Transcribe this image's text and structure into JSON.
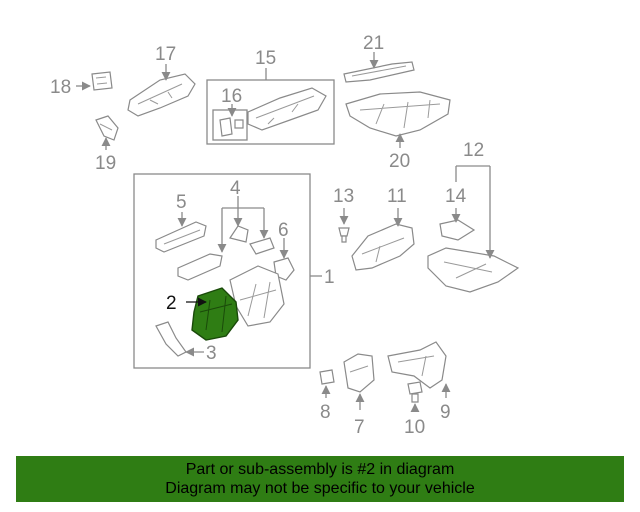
{
  "diagram": {
    "highlighted_part": "2",
    "highlight_color": "#2f7d14",
    "callouts": {
      "c1": "1",
      "c2": "2",
      "c3": "3",
      "c4": "4",
      "c5": "5",
      "c6": "6",
      "c7": "7",
      "c8": "8",
      "c9": "9",
      "c10": "10",
      "c11": "11",
      "c12": "12",
      "c13": "13",
      "c14": "14",
      "c15": "15",
      "c16": "16",
      "c17": "17",
      "c18": "18",
      "c19": "19",
      "c20": "20",
      "c21": "21"
    }
  },
  "banner": {
    "line1": "Part or sub-assembly is #2 in diagram",
    "line2": "Diagram may not be specific to your vehicle",
    "background": "#2f7d14"
  }
}
